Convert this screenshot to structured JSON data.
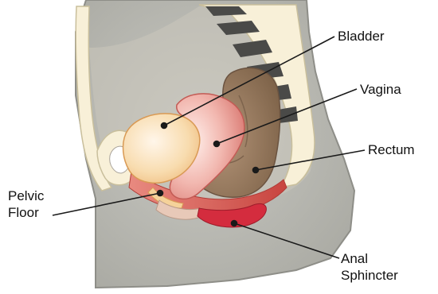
{
  "labels": {
    "bladder": "Bladder",
    "vagina": "Vagina",
    "rectum": "Rectum",
    "pelvic_floor": [
      "Pelvic",
      "Floor"
    ],
    "anal_sphincter": [
      "Anal",
      "Sphincter"
    ]
  },
  "colors": {
    "body_shadow": "#b3b3ac",
    "body_outline": "#8e8e88",
    "pelvis_interior": "#cbc6bb",
    "bone_fill": "#f8f0d8",
    "bone_outline": "#c9bf9c",
    "spine_dark": "#4a4a48",
    "bladder": "#f5d29a",
    "vagina": "#efaca4",
    "rectum": "#93765b",
    "pelvic_floor": "#d9574e",
    "anal_sphincter": "#d42c3e",
    "pointer": "#1a1a1a"
  }
}
